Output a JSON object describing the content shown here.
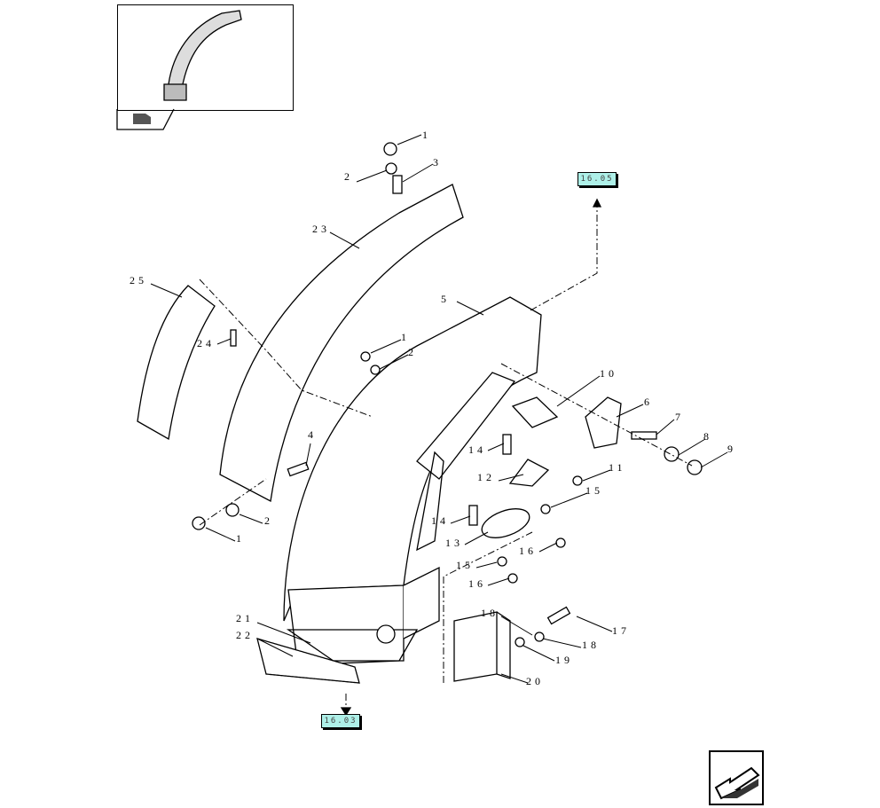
{
  "references": {
    "top": "16.05",
    "bottom": "16.03"
  },
  "callouts": [
    "1",
    "2",
    "3",
    "23",
    "25",
    "24",
    "1",
    "2",
    "5",
    "10",
    "6",
    "7",
    "8",
    "9",
    "4",
    "14",
    "11",
    "12",
    "15",
    "14",
    "13",
    "16",
    "15",
    "16",
    "2",
    "1",
    "21",
    "22",
    "18",
    "17",
    "18",
    "19",
    "20"
  ],
  "icons": {
    "thumbnail": "assembly-thumbnail-icon",
    "prev": "previous-page-arrow-icon"
  }
}
